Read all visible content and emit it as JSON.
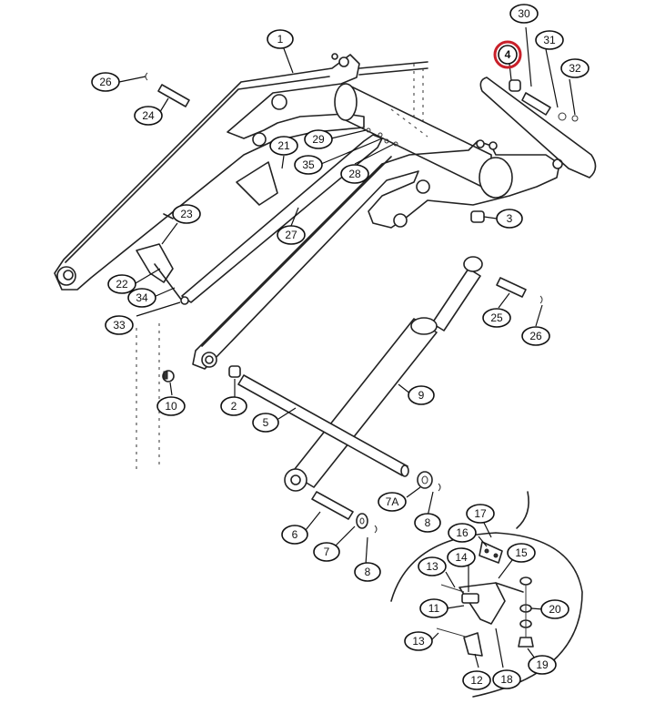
{
  "highlight_color": "#c8202a",
  "callouts": [
    {
      "id": "c1",
      "label": "1"
    },
    {
      "id": "c30",
      "label": "30"
    },
    {
      "id": "c4",
      "label": "4",
      "highlighted": true
    },
    {
      "id": "c31",
      "label": "31"
    },
    {
      "id": "c32",
      "label": "32"
    },
    {
      "id": "c26a",
      "label": "26"
    },
    {
      "id": "c24",
      "label": "24"
    },
    {
      "id": "c29",
      "label": "29"
    },
    {
      "id": "c21",
      "label": "21"
    },
    {
      "id": "c35",
      "label": "35"
    },
    {
      "id": "c28",
      "label": "28"
    },
    {
      "id": "c23",
      "label": "23"
    },
    {
      "id": "c27",
      "label": "27"
    },
    {
      "id": "c3",
      "label": "3"
    },
    {
      "id": "c22",
      "label": "22"
    },
    {
      "id": "c34",
      "label": "34"
    },
    {
      "id": "c25",
      "label": "25"
    },
    {
      "id": "c26b",
      "label": "26"
    },
    {
      "id": "c33",
      "label": "33"
    },
    {
      "id": "c10",
      "label": "10"
    },
    {
      "id": "c2",
      "label": "2"
    },
    {
      "id": "c9",
      "label": "9"
    },
    {
      "id": "c5",
      "label": "5"
    },
    {
      "id": "c7A",
      "label": "7A"
    },
    {
      "id": "c17",
      "label": "17"
    },
    {
      "id": "c8a",
      "label": "8"
    },
    {
      "id": "c16",
      "label": "16"
    },
    {
      "id": "c6",
      "label": "6"
    },
    {
      "id": "c7",
      "label": "7"
    },
    {
      "id": "c14",
      "label": "14"
    },
    {
      "id": "c15",
      "label": "15"
    },
    {
      "id": "c8b",
      "label": "8"
    },
    {
      "id": "c13a",
      "label": "13"
    },
    {
      "id": "c20",
      "label": "20"
    },
    {
      "id": "c11",
      "label": "11"
    },
    {
      "id": "c13b",
      "label": "13"
    },
    {
      "id": "c19",
      "label": "19"
    },
    {
      "id": "c12",
      "label": "12"
    },
    {
      "id": "c18",
      "label": "18"
    }
  ]
}
